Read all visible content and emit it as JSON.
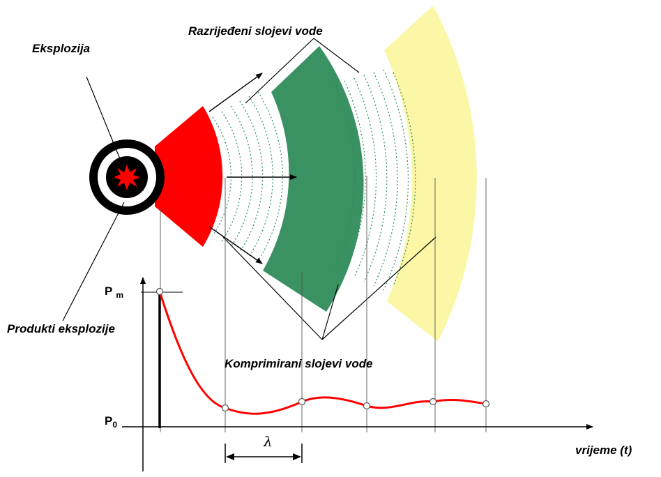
{
  "labels": {
    "explosion": "Eksplozija",
    "rarefied_layers": "Razrijeđeni slojevi  vode",
    "explosion_products": "Produkti eksplozije",
    "compressed_layers": "Komprimirani slojevi vode",
    "time_axis": "vrijeme (t)",
    "p_max": "P",
    "p_max_sub": "m",
    "p_zero": "P",
    "p_zero_sub": "0",
    "wavelength": "λ"
  },
  "colors": {
    "blast_zone": "#ff0000",
    "compressed_layer": "#3a9162",
    "outer_layer": "#fbf7a6",
    "rarefied_lines": "#2e8b57",
    "pressure_curve": "#ff0000",
    "axis": "#000000"
  },
  "icons": {
    "explosion_source": "explosion-star-icon"
  }
}
